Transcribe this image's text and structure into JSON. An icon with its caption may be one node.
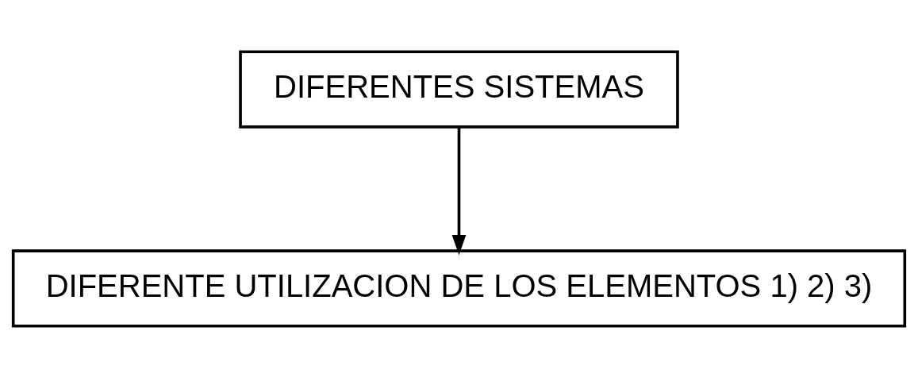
{
  "diagram": {
    "nodes": [
      {
        "text": [
          "DIFERENTES SISTEMAS"
        ]
      },
      {
        "text": [
          "DIFERENTE UTILIZACION DE LOS ELEMENTOS 1) 2) 3)"
        ]
      }
    ],
    "edges": [
      {
        "from": 0,
        "to": 1,
        "arrow": "to"
      }
    ]
  }
}
